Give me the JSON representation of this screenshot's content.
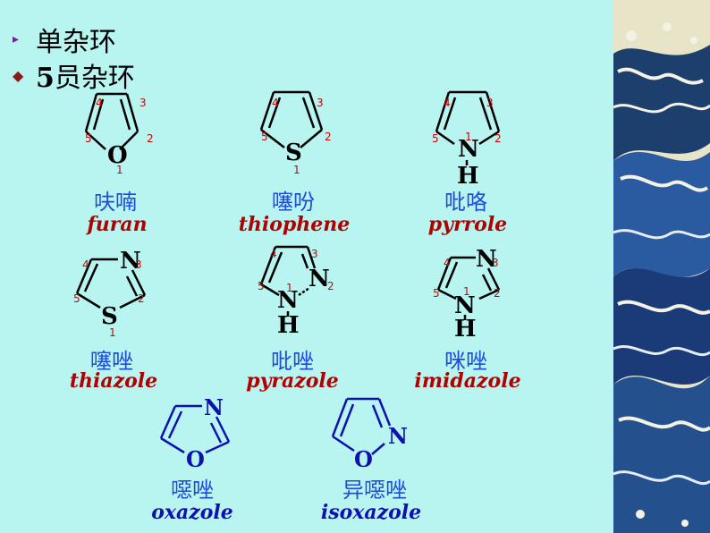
{
  "bullets": [
    {
      "text": "单杂环"
    },
    {
      "num": "5",
      "text": "员杂环"
    }
  ],
  "molecules": {
    "furan": {
      "cn": "呋喃",
      "en": "furan",
      "hetero": "O",
      "nums": [
        "1",
        "2",
        "3",
        "4",
        "5"
      ]
    },
    "thiophene": {
      "cn": "噻吩",
      "en": "thiophene",
      "hetero": "S",
      "nums": [
        "1",
        "2",
        "3",
        "4",
        "5"
      ]
    },
    "pyrrole": {
      "cn": "吡咯",
      "en": "pyrrole",
      "hetero": "N",
      "h": "H",
      "nums": [
        "1",
        "2",
        "3",
        "4",
        "5"
      ]
    },
    "thiazole": {
      "cn": "噻唑",
      "en": "thiazole",
      "s": "S",
      "n": "N",
      "nums": [
        "1",
        "2",
        "3",
        "4",
        "5"
      ]
    },
    "pyrazole": {
      "cn": "吡唑",
      "en": "pyrazole",
      "n1": "N",
      "n2": "N",
      "h": "H",
      "nums": [
        "1",
        "2",
        "3",
        "4",
        "5"
      ]
    },
    "imidazole": {
      "cn": "咪唑",
      "en": "imidazole",
      "n1": "N",
      "n3": "N",
      "h": "H",
      "nums": [
        "1",
        "2",
        "3",
        "4",
        "5"
      ]
    },
    "oxazole": {
      "cn": "噁唑",
      "en": "oxazole",
      "o": "O",
      "n": "N"
    },
    "isoxazole": {
      "cn": "异噁唑",
      "en": "isoxazole",
      "o": "O",
      "n": "N"
    }
  },
  "colors": {
    "background": "#b8f4f0",
    "label_cn": "#1e4ed8",
    "label_en_red": "#b00000",
    "label_en_blue": "#1010b0",
    "numbers": "#d40000"
  }
}
